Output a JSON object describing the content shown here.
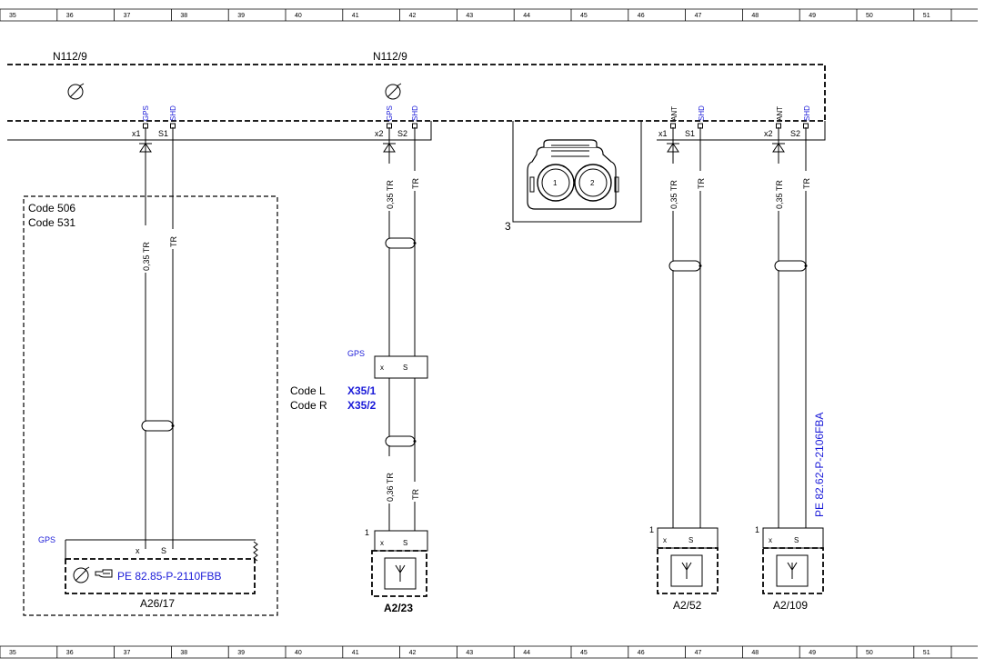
{
  "ruler": [
    "35",
    "36",
    "37",
    "38",
    "39",
    "40",
    "41",
    "42",
    "43",
    "44",
    "45",
    "46",
    "47",
    "48",
    "49",
    "50",
    "51"
  ],
  "module_labels": [
    "N112/9",
    "N112/9"
  ],
  "pin_names": {
    "gps": "GPS",
    "shd": "SHD",
    "ant": "ANT"
  },
  "pin_ids": {
    "x1": "x1",
    "x2": "x2",
    "s1": "S1",
    "s2": "S2",
    "x": "x",
    "s": "S"
  },
  "wires": {
    "w035": "0,35 TR",
    "w036": "0,36 TR",
    "tr": "TR"
  },
  "codes": {
    "c506": "Code 506",
    "c531": "Code 531",
    "codeL": "Code L",
    "codeR": "Code R"
  },
  "connectors": {
    "x35_1": "X35/1",
    "x35_2": "X35/2",
    "gps": "GPS"
  },
  "numbers": {
    "n1": "1",
    "n2": "2",
    "n3": "3"
  },
  "components": {
    "a26_17": "A26/17",
    "a2_23": "A2/23",
    "a2_52": "A2/52",
    "a2_109": "A2/109"
  },
  "refs": {
    "pe_a26": "PE 82.85-P-2110FBB",
    "pe_a2_109": "PE 82.62-P-2106FBA"
  },
  "colors": {
    "line": "#000000",
    "reference": "#1a1ad8",
    "background": "#ffffff"
  },
  "icons": [
    "clock-icon",
    "antenna-icon",
    "hand-pointer-icon",
    "ground-arrow-icon",
    "connector-plug-icon"
  ]
}
